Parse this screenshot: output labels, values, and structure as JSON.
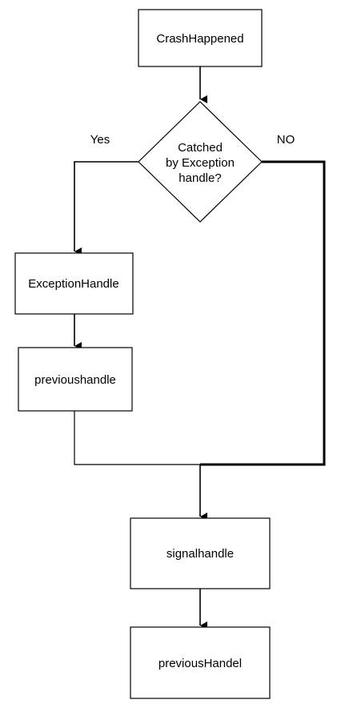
{
  "diagram": {
    "nodes": {
      "crash": {
        "label": "CrashHappened",
        "shape": "rectangle"
      },
      "decision": {
        "label_lines": [
          "Catched",
          "by Exception",
          "handle?"
        ],
        "shape": "diamond"
      },
      "exception_handle": {
        "label": "ExceptionHandle",
        "shape": "rectangle"
      },
      "previous_handle": {
        "label": "previoushandle",
        "shape": "rectangle"
      },
      "signal_handle": {
        "label": "signalhandle",
        "shape": "rectangle"
      },
      "previous_handel": {
        "label": "previousHandel",
        "shape": "rectangle"
      }
    },
    "edges": {
      "yes_label": "Yes",
      "no_label": "NO"
    },
    "colors": {
      "stroke": "#000000",
      "fill": "#ffffff",
      "text": "#000000"
    }
  }
}
